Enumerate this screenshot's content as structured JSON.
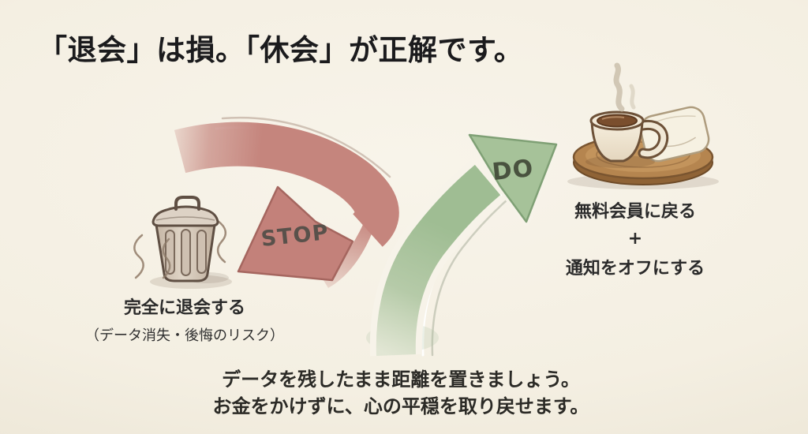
{
  "title": "「退会」は損。「休会」が正解です。",
  "stop_branch": {
    "label": "STOP",
    "icon": "trash-can-icon",
    "caption": "完全に退会する",
    "caption_note": "（データ消失・後悔のリスク）",
    "arrow_color": "#c5857d"
  },
  "do_branch": {
    "label": "DO",
    "icon": "coffee-pillow-icon",
    "result_top": "無料会員に戻る",
    "result_plus": "+",
    "result_bottom": "通知をオフにする",
    "arrow_color": "#a2c096"
  },
  "footer": {
    "line1": "データを残したまま距離を置きましょう。",
    "line2": "お金をかけずに、心の平穏を取り戻せます。"
  },
  "colors": {
    "background": "#f4efe2",
    "title_text": "#1b1b1d",
    "body_text": "#2a2a2a",
    "stop_text": "#59514b",
    "do_text": "#49523f"
  }
}
